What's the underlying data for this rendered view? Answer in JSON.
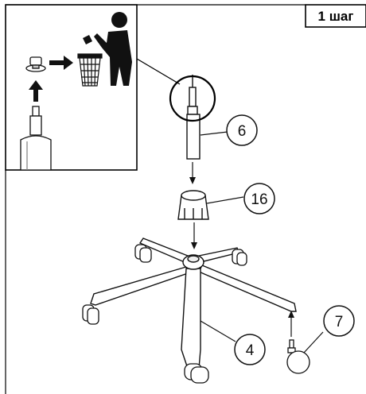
{
  "step_label": "1 шаг",
  "callouts": [
    {
      "id": "gas-lift",
      "number": "6"
    },
    {
      "id": "cap",
      "number": "16"
    },
    {
      "id": "base",
      "number": "4"
    },
    {
      "id": "caster",
      "number": "7"
    }
  ],
  "icons": [
    "trash-bin-icon",
    "person-throwing-icon",
    "arrow-right-icon",
    "arrow-up-icon"
  ]
}
